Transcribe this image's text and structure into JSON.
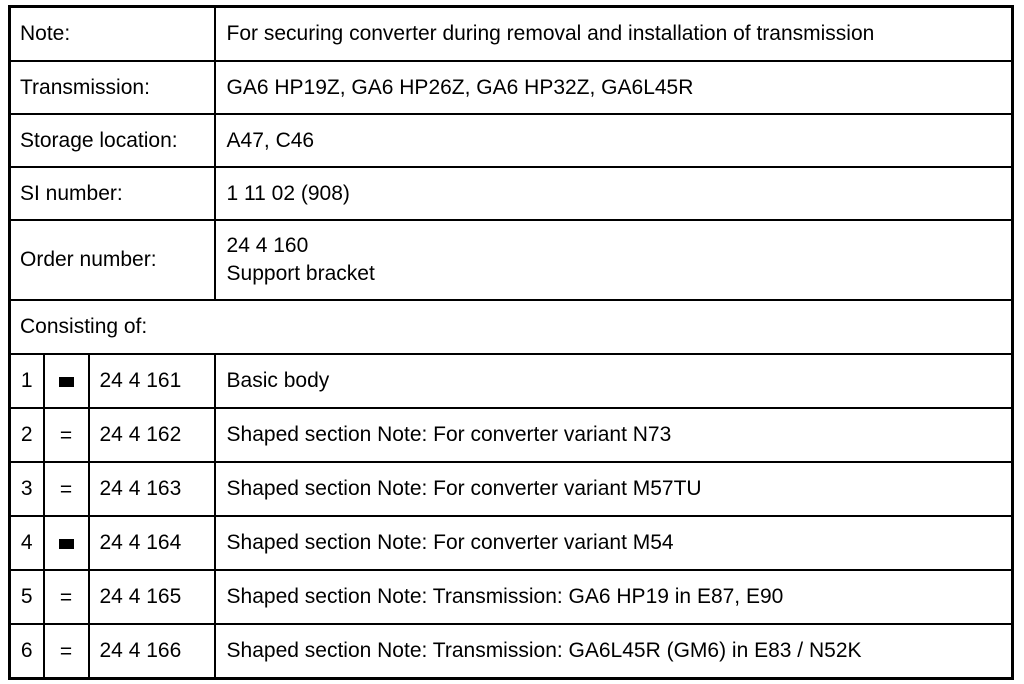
{
  "document": {
    "type": "special-tool-data-table",
    "text_color": "#000000",
    "background_color": "#ffffff",
    "border_color": "#000000"
  },
  "header_rows": [
    {
      "label": "Note:",
      "value": "For securing converter during removal and installation of transmission"
    },
    {
      "label": "Transmission:",
      "value": "GA6 HP19Z, GA6 HP26Z, GA6 HP32Z, GA6L45R"
    },
    {
      "label": "Storage location:",
      "value": "A47, C46"
    },
    {
      "label": "SI number:",
      "value": "1 11 02 (908)"
    }
  ],
  "order_row": {
    "label": "Order number:",
    "value_line_1": "24 4 160",
    "value_line_2": "Support bracket"
  },
  "consisting_of": {
    "label": "Consisting of:"
  },
  "items": [
    {
      "index": "1",
      "symbol": "filled-block",
      "symbol_text": "",
      "part_number": "24 4 161",
      "description": "Basic body"
    },
    {
      "index": "2",
      "symbol": "equals",
      "symbol_text": "=",
      "part_number": "24 4 162",
      "description": "Shaped section Note: For converter variant N73"
    },
    {
      "index": "3",
      "symbol": "equals",
      "symbol_text": "=",
      "part_number": "24 4 163",
      "description": "Shaped section Note: For converter variant M57TU"
    },
    {
      "index": "4",
      "symbol": "filled-block",
      "symbol_text": "",
      "part_number": "24 4 164",
      "description": "Shaped section Note: For converter variant M54"
    },
    {
      "index": "5",
      "symbol": "equals",
      "symbol_text": "=",
      "part_number": "24 4 165",
      "description": "Shaped section Note: Transmission: GA6 HP19 in E87, E90"
    },
    {
      "index": "6",
      "symbol": "equals",
      "symbol_text": "=",
      "part_number": "24 4 166",
      "description": "Shaped section Note: Transmission: GA6L45R (GM6) in E83 / N52K"
    }
  ]
}
